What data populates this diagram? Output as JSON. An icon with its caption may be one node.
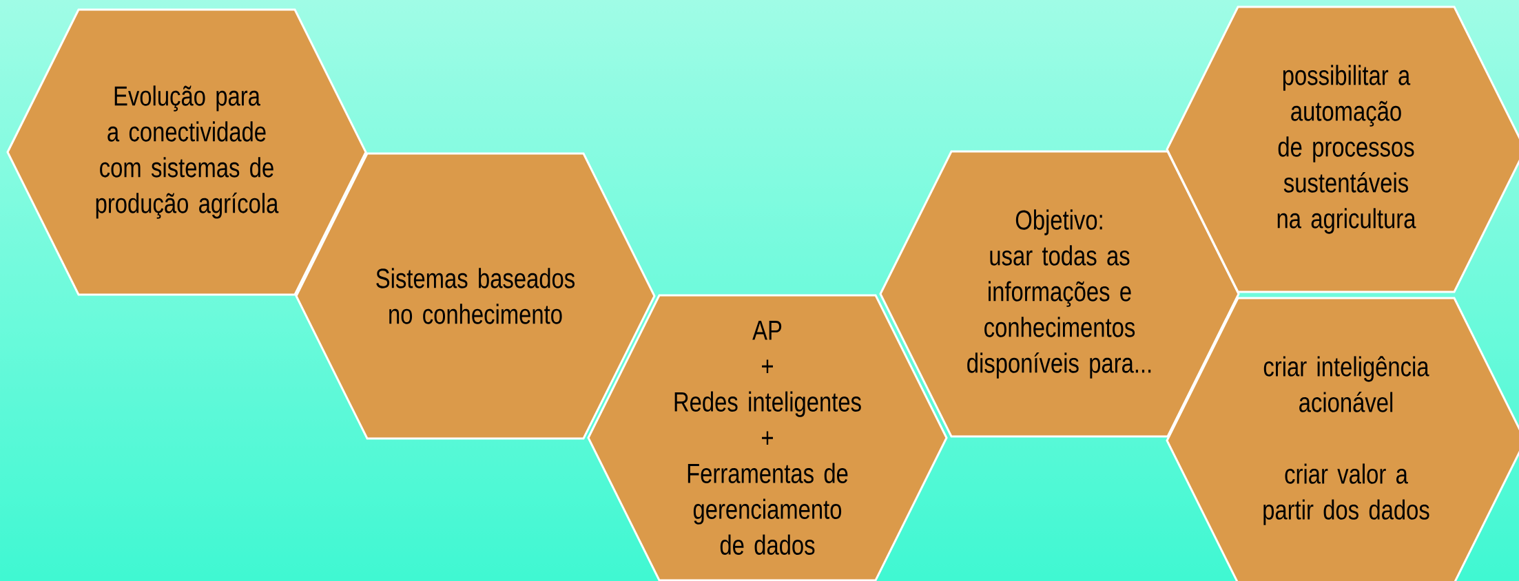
{
  "diagram": {
    "nodes": [
      {
        "text": [
          "Evolução para a conectividade com sistemas de produção agrícola"
        ]
      },
      {
        "text": [
          "Sistemas baseados no conhecimento"
        ]
      },
      {
        "text": [
          "AP",
          "+",
          "Redes inteligentes",
          "+",
          "Ferramentas de gerenciamento de dados"
        ]
      },
      {
        "text": [
          "Objetivo:",
          "usar todas as informações e conhecimentos disponíveis para..."
        ]
      },
      {
        "text": [
          "possibilitar a automação de processos sustentáveis na agricultura"
        ]
      },
      {
        "text": [
          "criar inteligência acionável",
          "criar valor a partir dos dados"
        ]
      }
    ]
  }
}
